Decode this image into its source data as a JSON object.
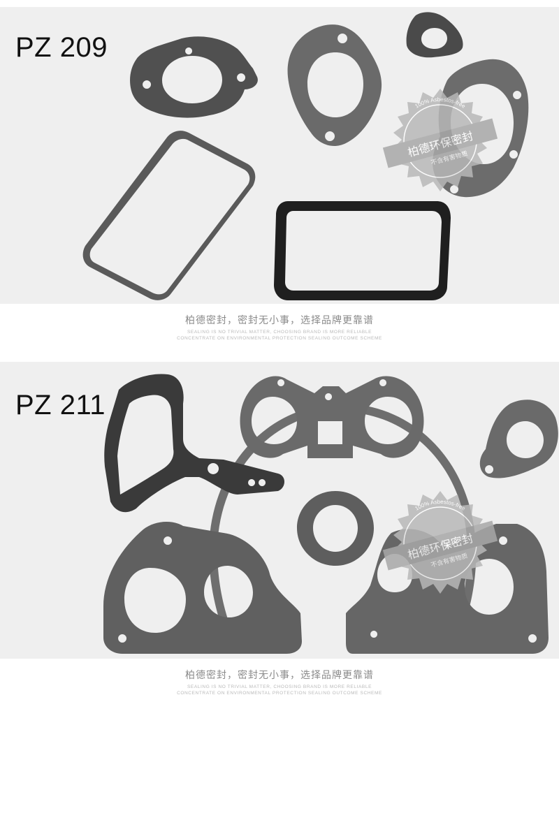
{
  "panels": [
    {
      "model": "PZ 209",
      "seal": {
        "ring_text": "100% Asbestos-free",
        "band_text": "柏德环保密封",
        "sub_text": "不含有害物质"
      },
      "caption": {
        "cn": "柏德密封，密封无小事，选择品牌更靠谱",
        "en_line1": "SEALING IS NO TRIVIAL MATTER, CHOOSING BRAND IS MORE RELIABLE",
        "en_line2": "CONCENTRATE ON ENVIRONMENTAL PROTECTION SEALING OUTCOME SCHEME"
      }
    },
    {
      "model": "PZ 211",
      "seal": {
        "ring_text": "100% Asbestos-free",
        "band_text": "柏德环保密封",
        "sub_text": "不含有害物质"
      },
      "caption": {
        "cn": "柏德密封，密封无小事，选择品牌更靠谱",
        "en_line1": "SEALING IS NO TRIVIAL MATTER, CHOOSING BRAND IS MORE RELIABLE",
        "en_line2": "CONCENTRATE ON ENVIRONMENTAL PROTECTION SEALING OUTCOME SCHEME"
      }
    }
  ],
  "colors": {
    "panel_bg": "#efefef",
    "gasket_gray": "#5e5e5e",
    "gasket_dark": "#2a2a2a",
    "seal_gray": "#b8b8b8"
  }
}
